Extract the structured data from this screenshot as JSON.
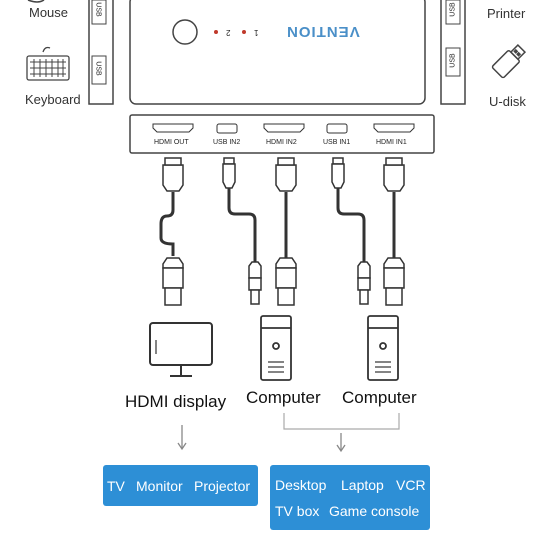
{
  "peripherals": {
    "mouse": "Mouse",
    "keyboard": "Keyboard",
    "printer": "Printer",
    "udisk": "U-disk",
    "usb": "USB"
  },
  "switch": {
    "brand": "VENTION",
    "indicator_1": "1",
    "indicator_2": "2"
  },
  "ports": [
    "HDMI OUT",
    "USB IN2",
    "HDMI IN2",
    "USB IN1",
    "HDMI IN1"
  ],
  "devices": {
    "display": "HDMI display",
    "computer_a": "Computer",
    "computer_b": "Computer"
  },
  "display_targets": [
    "TV",
    "Monitor",
    "Projector"
  ],
  "computer_targets": [
    "Desktop",
    "Laptop",
    "VCR",
    "TV box",
    "Game console"
  ],
  "colors": {
    "accent": "#2d8fd6",
    "line": "#444444"
  }
}
